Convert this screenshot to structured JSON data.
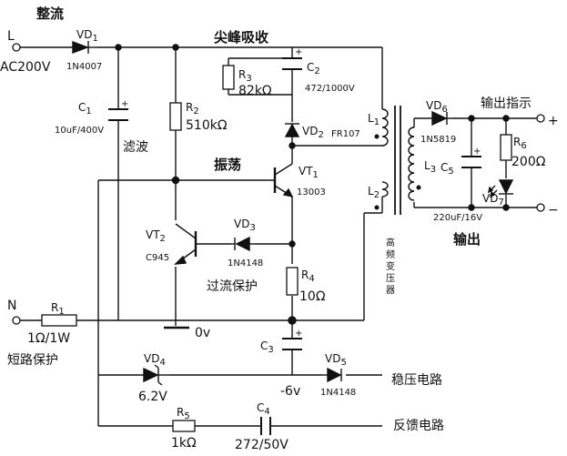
{
  "terminals": {
    "L": "L",
    "N": "N",
    "AC": "AC200V",
    "plus": "+",
    "minus": "−"
  },
  "sections": {
    "rectify": "整流",
    "snubber": "尖峰吸收",
    "filter": "滤波",
    "oscillation": "振荡",
    "overcurrent": "过流保护",
    "short_protect": "短路保护",
    "output_indicator": "输出指示",
    "output": "输出",
    "regulator": "稳压电路",
    "feedback": "反馈电路",
    "transformer": [
      "高",
      "频",
      "变",
      "压",
      "器"
    ]
  },
  "components": {
    "VD1": {
      "ref": "VD",
      "sub": "1",
      "value": "1N4007"
    },
    "C1": {
      "ref": "C",
      "sub": "1",
      "value": "10uF/400V"
    },
    "R1": {
      "ref": "R",
      "sub": "1",
      "value": "1Ω/1W"
    },
    "R2": {
      "ref": "R",
      "sub": "2",
      "value": "510kΩ"
    },
    "R3": {
      "ref": "R",
      "sub": "3",
      "value": "82kΩ"
    },
    "C2": {
      "ref": "C",
      "sub": "2",
      "value": "472/1000V"
    },
    "VD2": {
      "ref": "VD",
      "sub": "2",
      "value": "FR107"
    },
    "VT1": {
      "ref": "VT",
      "sub": "1",
      "value": "13003"
    },
    "VT2": {
      "ref": "VT",
      "sub": "2",
      "value": "C945"
    },
    "VD3": {
      "ref": "VD",
      "sub": "3",
      "value": "1N4148"
    },
    "R4": {
      "ref": "R",
      "sub": "4",
      "value": "10Ω"
    },
    "C3": {
      "ref": "C",
      "sub": "3",
      "value": ""
    },
    "VD4": {
      "ref": "VD",
      "sub": "4",
      "value": "6.2V"
    },
    "VD5": {
      "ref": "VD",
      "sub": "5",
      "value": "1N4148"
    },
    "R5": {
      "ref": "R",
      "sub": "5",
      "value": "1kΩ"
    },
    "C4": {
      "ref": "C",
      "sub": "4",
      "value": "272/50V"
    },
    "VD6": {
      "ref": "VD",
      "sub": "6",
      "value": "1N5819"
    },
    "C5": {
      "ref": "C",
      "sub": "5",
      "value": "220uF/16V"
    },
    "R6": {
      "ref": "R",
      "sub": "6",
      "value": "200Ω"
    },
    "VD7": {
      "ref": "VD",
      "sub": "7",
      "value": ""
    },
    "L1": {
      "ref": "L",
      "sub": "1"
    },
    "L2": {
      "ref": "L",
      "sub": "2"
    },
    "L3": {
      "ref": "L",
      "sub": "3"
    }
  },
  "nets": {
    "zero": "0v",
    "neg6": "-6v"
  },
  "cap_polarity": "+"
}
